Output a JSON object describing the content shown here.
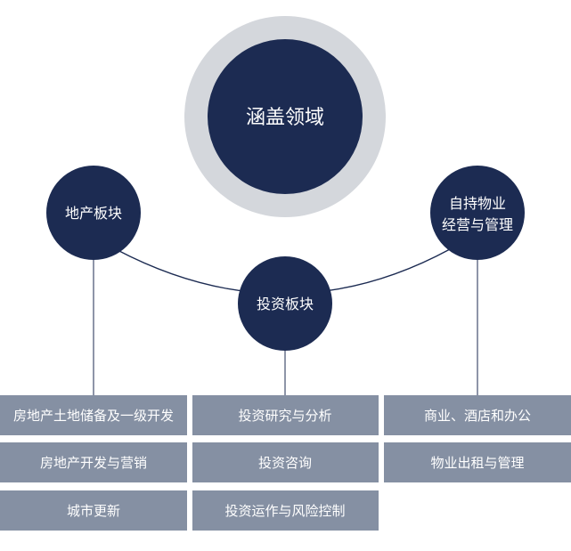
{
  "colors": {
    "node_fill": "#1c2b52",
    "outer_ring": "#d4d7dc",
    "box_fill": "#8590a3",
    "line": "#1c2b52"
  },
  "center": {
    "label": "涵盖领域"
  },
  "nodes": {
    "real_estate": {
      "label": "地产板块"
    },
    "investment": {
      "label": "投资板块"
    },
    "property_mgmt": {
      "line1": "自持物业",
      "line2": "经营与管理"
    }
  },
  "columns": {
    "real_estate": {
      "items": [
        "房地产土地储备及一级开发",
        "房地产开发与营销",
        "城市更新"
      ]
    },
    "investment": {
      "items": [
        "投资研究与分析",
        "投资咨询",
        "投资运作与风险控制"
      ]
    },
    "property_mgmt": {
      "items": [
        "商业、酒店和办公",
        "物业出租与管理"
      ]
    }
  }
}
